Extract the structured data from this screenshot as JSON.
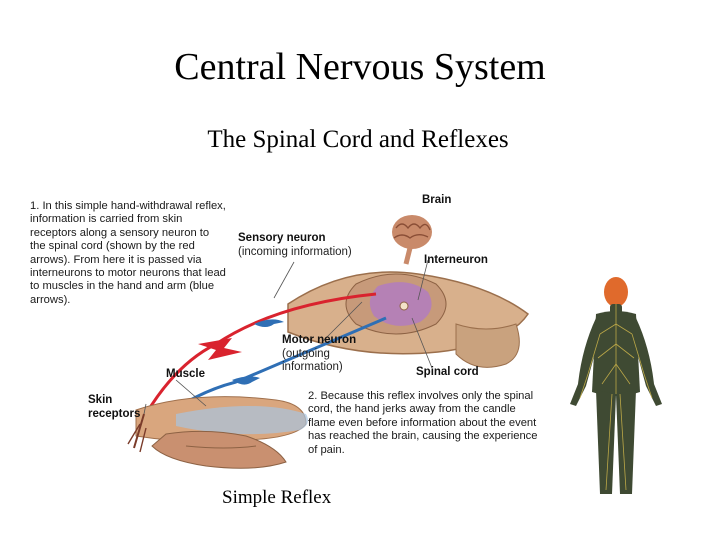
{
  "slide": {
    "title": "Central Nervous System",
    "subtitle": "The Spinal Cord and Reflexes",
    "caption": "Simple Reflex"
  },
  "diagram": {
    "note1": "1. In this simple hand-withdrawal reflex, information is carried from skin receptors along a sensory neuron to the spinal cord (shown by the red arrows). From here it is passed via interneurons to motor neurons that lead to muscles in the hand and arm (blue arrows).",
    "note2": "2. Because this reflex involves only the spinal cord, the hand jerks away from the candle flame even before information about the event has reached the brain, causing the experience of pain.",
    "labels": {
      "brain": "Brain",
      "sensory_neuron": "Sensory neuron",
      "sensory_neuron_sub": "(incoming information)",
      "interneuron": "Interneuron",
      "motor_neuron": "Motor neuron",
      "motor_neuron_sub": "(outgoing information)",
      "spinal_cord": "Spinal cord",
      "muscle": "Muscle",
      "skin_receptors": "Skin receptors"
    }
  },
  "colors": {
    "sensory_pathway": "#d9232e",
    "motor_pathway": "#2f6fb5",
    "spinal_tissue": "#c9a27e",
    "interneuron": "#b07ac4",
    "body_figure": "#3f4a33",
    "brain": "#e06a2c"
  }
}
